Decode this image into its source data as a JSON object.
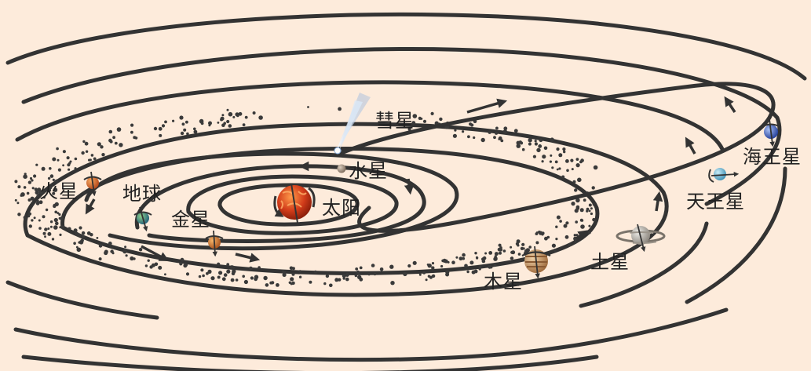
{
  "labels": {
    "sun": "太阳",
    "mercury": "水星",
    "venus": "金星",
    "earth": "地球",
    "mars": "火星",
    "jupiter": "木星",
    "saturn": "土星",
    "uranus": "天王星",
    "neptune": "海王星",
    "comet": "彗星"
  },
  "colors": {
    "background": "#fdebdb",
    "orbit": "#333333",
    "belt_dots": "#3a3a3a",
    "sun": "#d23c1a",
    "mercury": "#9a8878",
    "venus": "#d27a2e",
    "earth": "#3a8f4a",
    "mars": "#d66a1e",
    "jupiter": "#c8925a",
    "saturn": "#b8b0a4",
    "uranus": "#6fb7d6",
    "neptune": "#3f63c4",
    "comet_tail": "#a9c8ea"
  },
  "icons": [
    "sun-icon",
    "planet-icon",
    "comet-icon",
    "orbit-arrow-icon",
    "spin-arrow-icon"
  ]
}
